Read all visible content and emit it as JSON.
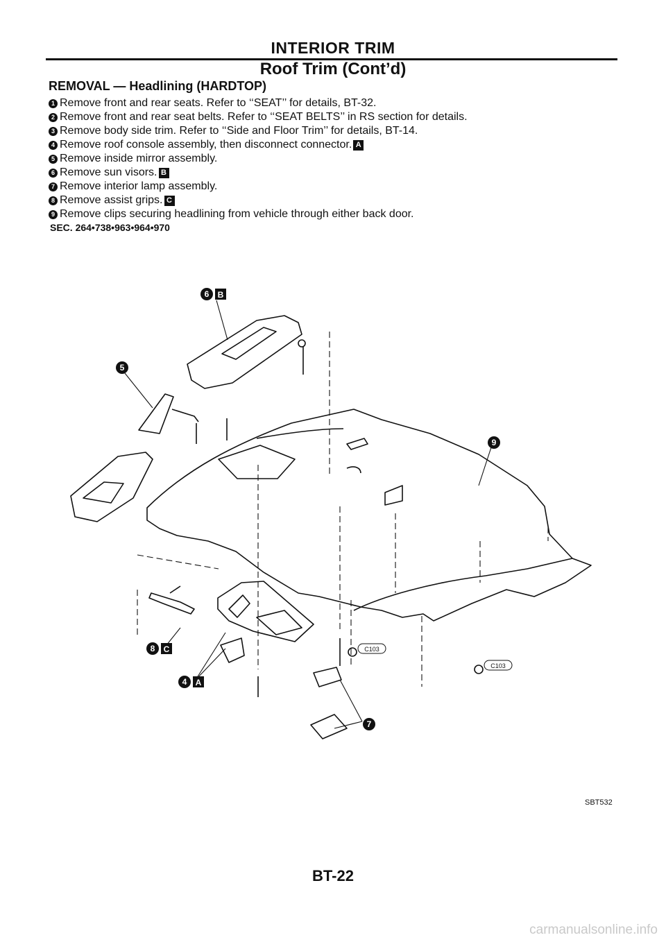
{
  "header": {
    "title": "INTERIOR TRIM",
    "subtitle": "Roof Trim (Cont’d)"
  },
  "section_heading": "REMOVAL — Headlining (HARDTOP)",
  "steps": [
    {
      "num": "1",
      "text": "Remove front and rear seats. Refer to ‘‘SEAT’’ for details, BT-32.",
      "ref": ""
    },
    {
      "num": "2",
      "text": "Remove front and rear seat belts. Refer to ‘‘SEAT BELTS’’ in RS section for details.",
      "ref": ""
    },
    {
      "num": "3",
      "text": "Remove body side trim. Refer to ‘‘Side and Floor Trim’’ for details, BT-14.",
      "ref": ""
    },
    {
      "num": "4",
      "text": "Remove roof console assembly, then disconnect connector.",
      "ref": "A"
    },
    {
      "num": "5",
      "text": "Remove inside mirror assembly.",
      "ref": ""
    },
    {
      "num": "6",
      "text": "Remove sun visors.",
      "ref": "B"
    },
    {
      "num": "7",
      "text": "Remove interior lamp assembly.",
      "ref": ""
    },
    {
      "num": "8",
      "text": "Remove assist grips.",
      "ref": "C"
    },
    {
      "num": "9",
      "text": "Remove clips securing headlining from vehicle through either back door.",
      "ref": ""
    }
  ],
  "sec_code": "SEC. 264•738•963•964•970",
  "diagram": {
    "callouts": {
      "c4": {
        "num": "4",
        "ref": "A"
      },
      "c5": {
        "num": "5"
      },
      "c6": {
        "num": "6",
        "ref": "B"
      },
      "c7": {
        "num": "7"
      },
      "c8": {
        "num": "8",
        "ref": "C"
      },
      "c9": {
        "num": "9"
      }
    },
    "connector_label_1": "C103",
    "connector_label_2": "C103"
  },
  "figure_code": "SBT532",
  "page_number": "BT-22",
  "watermark": "carmanualsonline.info"
}
